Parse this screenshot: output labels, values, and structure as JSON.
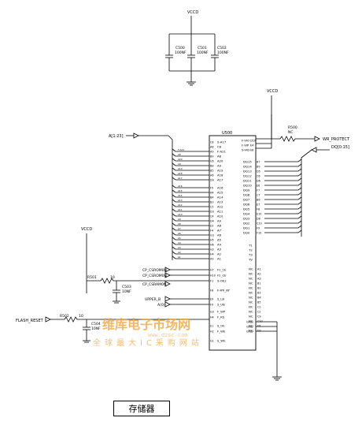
{
  "power": {
    "top_rail": "VCCD",
    "right_rail": "VCCD",
    "left_rail": "VCCD"
  },
  "decoupling": [
    {
      "ref": "C500",
      "value": "100NF"
    },
    {
      "ref": "C501",
      "value": "100NF"
    },
    {
      "ref": "C502",
      "value": "100NF"
    }
  ],
  "chip": {
    "ref": "U500"
  },
  "address_bus": "A[1:23]",
  "data_bus": "DQ[0:15]",
  "wp_resistor": {
    "ref": "R500",
    "value": "NC"
  },
  "wp_net": "WR_PROTECT",
  "left_pins": [
    "S-A17",
    "C8",
    "F-A21",
    "A8",
    "A20",
    "A9",
    "A19",
    "A18",
    "A17",
    "A16",
    "A15",
    "A14",
    "A13",
    "A12",
    "A11",
    "A10",
    "A9",
    "A8",
    "A7",
    "A6",
    "A5",
    "A4",
    "A3",
    "A2",
    "A1"
  ],
  "left_pin_numbers": [
    "C8",
    "A8",
    "A9",
    "B9",
    "G5",
    "B8",
    "B5",
    "A6",
    "D9",
    "F5",
    "A4",
    "B4",
    "B3",
    "C5",
    "D3",
    "C4",
    "D4",
    "E3",
    "F4",
    "G3",
    "H5",
    "H6",
    "H3",
    "H4",
    "A9"
  ],
  "right_top_pins": [
    "F-VIO",
    "F-VIP",
    "S-VID"
  ],
  "right_top_numbers": [
    "D10",
    "E4",
    "E8"
  ],
  "dq_pins": [
    "DQ15",
    "DQ14",
    "DQ13",
    "DQ12",
    "DQ11",
    "DQ10",
    "DQ9",
    "DQ8",
    "DQ7",
    "DQ6",
    "DQ5",
    "DQ4",
    "DQ3",
    "DQ2",
    "DQ1",
    "DQ0"
  ],
  "dq_numbers": [
    "B7",
    "B9",
    "D5",
    "C6",
    "D6",
    "E6",
    "F7",
    "C7",
    "B6",
    "E7",
    "F8",
    "E10",
    "D8",
    "C10",
    "F9",
    "F10"
  ],
  "t_pins": [
    "T1",
    "T2",
    "T3",
    "TV"
  ],
  "nc_pins": [
    "NC",
    "NC",
    "NC",
    "NC",
    "NC",
    "NC",
    "NC",
    "NC",
    "NC",
    "NC",
    "NC",
    "NC",
    "NC",
    "NC"
  ],
  "nc_numbers": [
    "A1",
    "A2",
    "A3",
    "B1",
    "B2",
    "B3",
    "B4",
    "B5",
    "C1",
    "C2",
    "C9",
    "C10",
    "D1",
    "D2"
  ],
  "control_in": [
    {
      "pin": "F1_CE",
      "num": "H7"
    },
    {
      "pin": "F2_CE",
      "num": "H10"
    },
    {
      "pin": "S-OE2",
      "num": "F1"
    },
    {
      "pin": "F-RYI_BY",
      "num": "F8"
    },
    {
      "pin": "S_LB",
      "num": "E9"
    },
    {
      "pin": "S_UB",
      "num": "F9"
    },
    {
      "pin": "F_WP",
      "num": "G3"
    },
    {
      "pin": "F_RS",
      "num": "H4"
    },
    {
      "pin": "S_OE",
      "num": "E1"
    },
    {
      "pin": "F_WE",
      "num": "H2"
    },
    {
      "pin": "S_WE",
      "num": "G1"
    }
  ],
  "ctrl_nets": [
    "CP_CSROM0N",
    "CP_CSROM0N",
    "CP_CSRAM0N",
    "UPPER_B",
    "A(0)"
  ],
  "gnd_pins": [
    "GND",
    "GND",
    "GND"
  ],
  "r501": {
    "ref": "R501",
    "value": "10"
  },
  "c503": {
    "ref": "C503",
    "value": "10NF"
  },
  "reset_net": "FLASH_RESET",
  "r502": {
    "ref": "R502",
    "value": "10"
  },
  "c504": {
    "ref": "C504",
    "value": "10NF"
  },
  "watermark": {
    "brand": "维库电子市场网",
    "url": "www.dzsc.com",
    "slogan": "全球最大IC采购网站"
  },
  "caption": "存储器",
  "colors": {
    "ink": "#000000",
    "watermark": "#f2a33a"
  }
}
